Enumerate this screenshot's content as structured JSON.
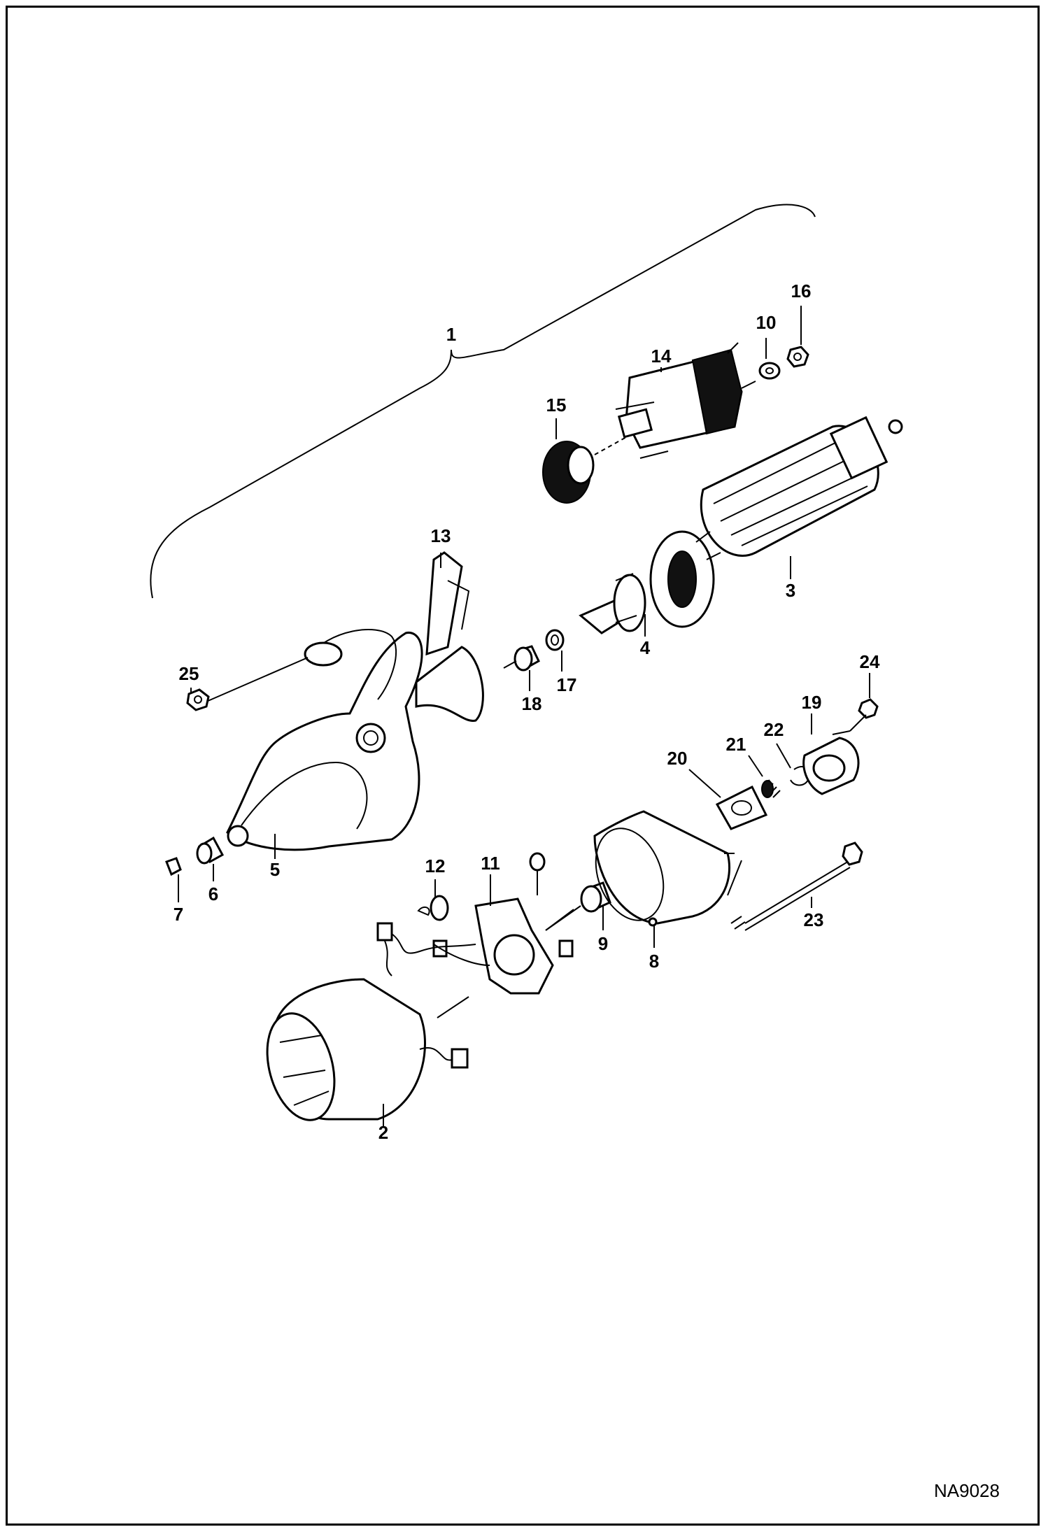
{
  "diagram": {
    "drawing_code": "NA9028",
    "callouts": {
      "c1": "1",
      "c2": "2",
      "c3": "3",
      "c4": "4",
      "c5": "5",
      "c6": "6",
      "c7": "7",
      "c8": "8",
      "c9": "9",
      "c10": "10",
      "c11": "11",
      "c12": "12",
      "c13": "13",
      "c14": "14",
      "c15": "15",
      "c16": "16",
      "c17": "17",
      "c18": "18",
      "c19": "19",
      "c20": "20",
      "c21": "21",
      "c22": "22",
      "c23": "23",
      "c24": "24",
      "c25": "25"
    }
  }
}
